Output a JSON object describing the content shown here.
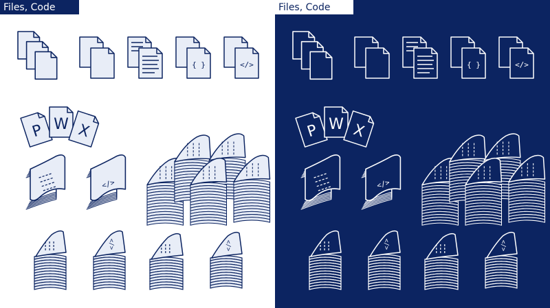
{
  "slide": {
    "title": "Files, Code",
    "colors": {
      "navy": "#0c2461",
      "white": "#ffffff",
      "page_fill": "#e8edf7"
    }
  },
  "icons": {
    "set": [
      "multiple-documents-icon",
      "two-documents-icon",
      "text-documents-icon",
      "json-code-documents-icon",
      "html-code-documents-icon",
      "office-files-icon",
      "curled-text-page-stack-icon",
      "curled-code-page-stack-icon",
      "large-page-pile-icon",
      "text-page-pile-icon",
      "code-page-pile-icon",
      "blank-page-pile-icon",
      "code-page-pile-small-icon"
    ],
    "labels": {
      "office": [
        "P",
        "W",
        "X"
      ],
      "json": "{ }",
      "html": "</>",
      "code_curl": "</>"
    }
  }
}
